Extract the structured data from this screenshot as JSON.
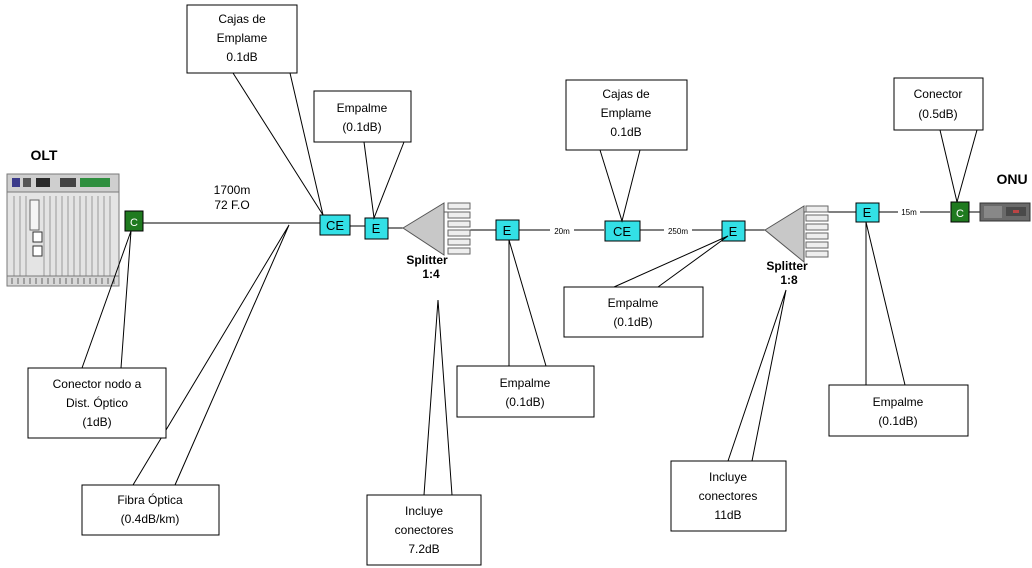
{
  "devices": {
    "olt": {
      "label": "OLT"
    },
    "onu": {
      "label": "ONU"
    }
  },
  "link": {
    "length": "1700m",
    "fibers": "72 F.O",
    "seg_a": "20m",
    "seg_b": "250m",
    "seg_c": "15m"
  },
  "markers": {
    "connector": "C",
    "splice_box": "CE",
    "splice": "E"
  },
  "splitters": {
    "s1": {
      "name": "Splitter",
      "ratio": "1:4"
    },
    "s2": {
      "name": "Splitter",
      "ratio": "1:8"
    }
  },
  "callouts": {
    "cajas1": [
      "Cajas de",
      "Emplame",
      "0.1dB"
    ],
    "empalme1": [
      "Empalme",
      "(0.1dB)"
    ],
    "cajas2": [
      "Cajas de",
      "Emplame",
      "0.1dB"
    ],
    "conector_onu": [
      "Conector",
      "(0.5dB)"
    ],
    "conector_nodo": [
      "Conector nodo a",
      "Dist. Óptico",
      "(1dB)"
    ],
    "fibra": [
      "Fibra Óptica",
      "(0.4dB/km)"
    ],
    "empalme2": [
      "Empalme",
      "(0.1dB)"
    ],
    "empalme3": [
      "Empalme",
      "(0.1dB)"
    ],
    "empalme4": [
      "Empalme",
      "(0.1dB)"
    ],
    "incluye1": [
      "Incluye",
      "conectores",
      "7.2dB"
    ],
    "incluye2": [
      "Incluye",
      "conectores",
      "11dB"
    ]
  },
  "colors": {
    "connector": "#1f7a1f",
    "splice": "#33e0e6",
    "splitter": "#c8c8c8",
    "line": "#000000"
  }
}
